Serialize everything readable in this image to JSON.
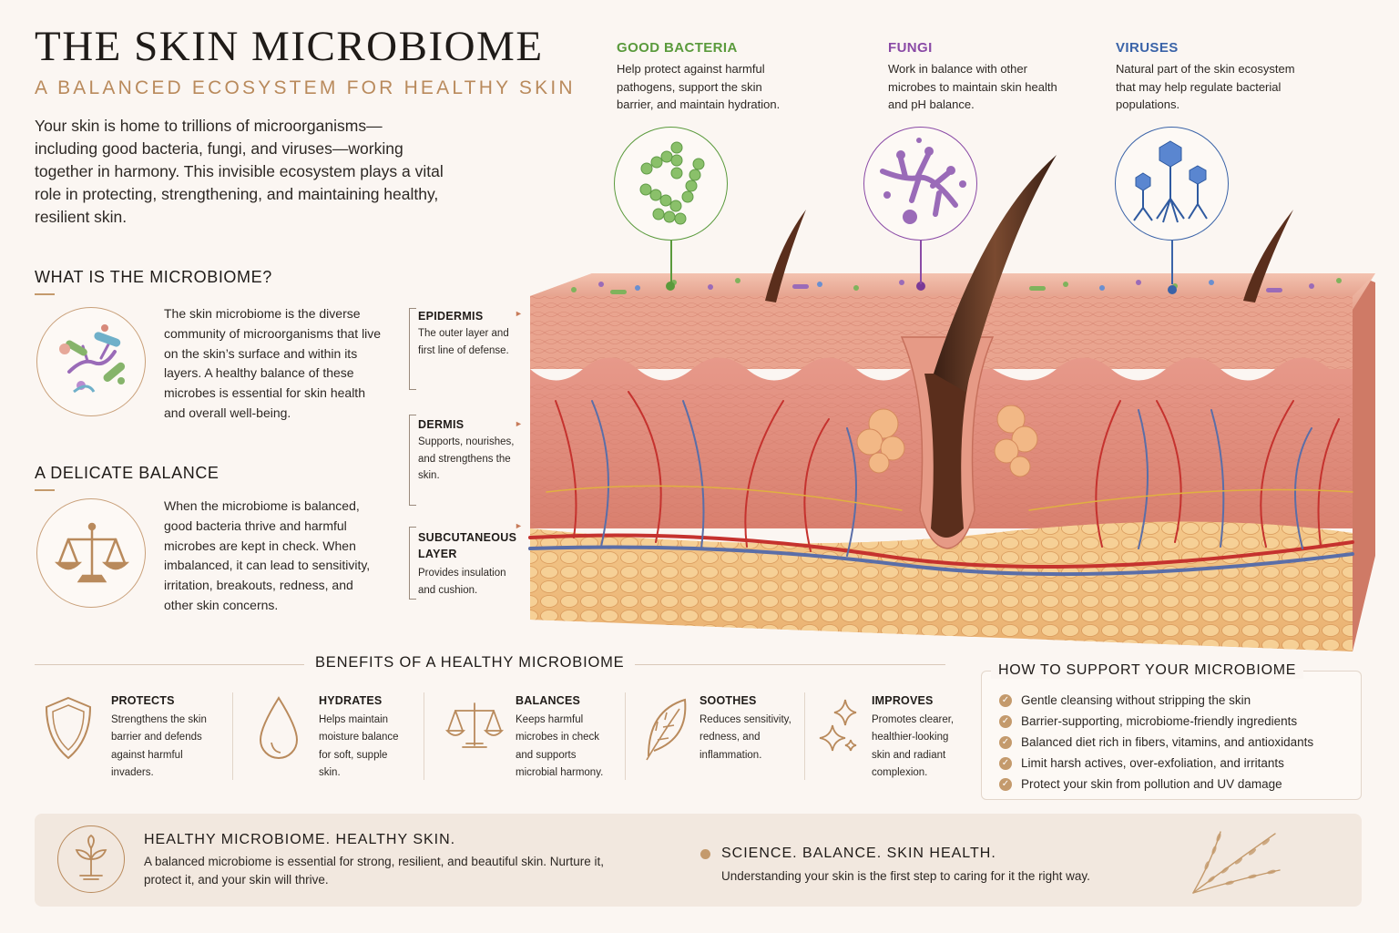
{
  "header": {
    "title": "THE SKIN MICROBIOME",
    "subtitle": "A BALANCED ECOSYSTEM FOR HEALTHY SKIN",
    "intro": "Your skin is home to trillions of microorganisms—including good bacteria, fungi, and viruses—working together in harmony. This invisible ecosystem plays a vital role in protecting, strengthening, and maintaining healthy, resilient skin."
  },
  "what_is": {
    "heading": "WHAT IS THE MICROBIOME?",
    "text": "The skin microbiome is the diverse community of microorganisms that live on the skin’s surface and within its layers. A healthy balance of these microbes is essential for skin health and overall well-being."
  },
  "balance": {
    "heading": "A DELICATE BALANCE",
    "text": "When the microbiome is balanced, good bacteria thrive and harmful microbes are kept in check. When imbalanced, it can lead to sensitivity, irritation, breakouts, redness, and other skin concerns."
  },
  "layers": [
    {
      "label": "EPIDERMIS",
      "desc": "The outer layer and first line of defense."
    },
    {
      "label": "DERMIS",
      "desc": "Supports, nourishes, and strengthens the skin."
    },
    {
      "label": "SUBCUTANEOUS LAYER",
      "desc": "Provides insulation and cushion."
    }
  ],
  "microbes": [
    {
      "title": "GOOD BACTERIA",
      "desc": "Help protect against harmful pathogens, support the skin barrier, and maintain hydration.",
      "color": "#5a9a3c",
      "icon": "bacteria-icon"
    },
    {
      "title": "FUNGI",
      "desc": "Work in balance with other microbes to maintain skin health and pH balance.",
      "color": "#8a4aa6",
      "icon": "fungi-icon"
    },
    {
      "title": "VIRUSES",
      "desc": "Natural part of the skin ecosystem that may help regulate bacterial populations.",
      "color": "#3a63a8",
      "icon": "virus-icon"
    }
  ],
  "benefits": {
    "heading": "BENEFITS OF A HEALTHY MICROBIOME",
    "items": [
      {
        "title": "PROTECTS",
        "desc": "Strengthens the skin barrier and defends against harmful invaders.",
        "icon": "shield-icon"
      },
      {
        "title": "HYDRATES",
        "desc": "Helps maintain moisture balance for soft, supple skin.",
        "icon": "droplet-icon"
      },
      {
        "title": "BALANCES",
        "desc": "Keeps harmful microbes in check and supports microbial harmony.",
        "icon": "scale-icon"
      },
      {
        "title": "SOOTHES",
        "desc": "Reduces sensitivity, redness, and inflammation.",
        "icon": "leaf-icon"
      },
      {
        "title": "IMPROVES",
        "desc": "Promotes clearer, healthier-looking skin and radiant complexion.",
        "icon": "sparkle-icon"
      }
    ]
  },
  "support": {
    "heading": "HOW TO SUPPORT YOUR MICROBIOME",
    "items": [
      "Gentle cleansing without stripping the skin",
      "Barrier-supporting, microbiome-friendly ingredients",
      "Balanced diet rich in fibers, vitamins, and antioxidants",
      "Limit harsh actives, over-exfoliation, and irritants",
      "Protect your skin from pollution and UV damage"
    ]
  },
  "footer": {
    "left_title": "HEALTHY MICROBIOME. HEALTHY SKIN.",
    "left_text": "A balanced microbiome is essential for strong, resilient, and beautiful skin. Nurture it, protect it, and your skin will thrive.",
    "right_title": "SCIENCE. BALANCE. SKIN HEALTH.",
    "right_text": "Understanding your skin is the first step to caring for it the right way."
  },
  "colors": {
    "accent": "#c49a6c",
    "subtitle": "#b98a5c",
    "skin": "#e9a08a",
    "fat": "#f2c27e"
  }
}
